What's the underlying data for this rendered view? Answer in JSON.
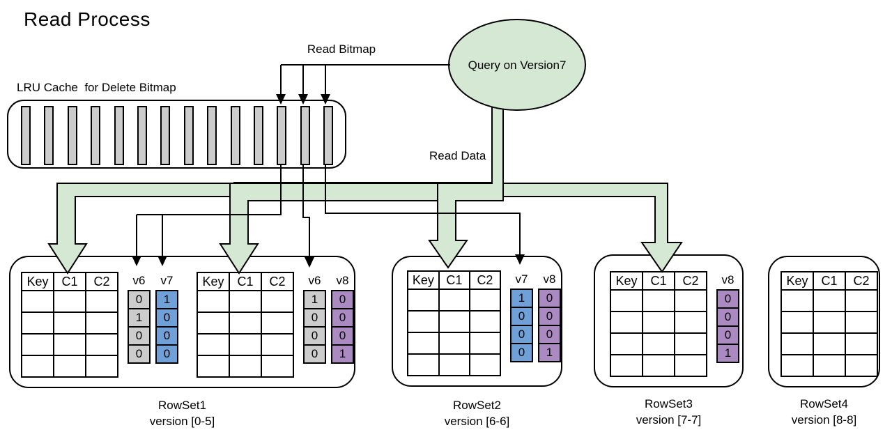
{
  "title": "Read Process",
  "labels": {
    "read_bitmap": "Read Bitmap",
    "read_data": "Read Data",
    "lru": "LRU Cache  for Delete Bitmap",
    "query": "Query on Version7"
  },
  "colors": {
    "flow_green": "#d5e8d4",
    "bitmap_gray": "#cccccc",
    "bitmap_blue": "#6fa0d8",
    "bitmap_purple": "#ab8ac1",
    "outline": "#000000"
  },
  "lru": {
    "bar_count": 14,
    "highlighted_bars": [
      11,
      12,
      13
    ]
  },
  "rowsets": [
    {
      "name": "RowSet1",
      "version": "version [0-5]",
      "tables": [
        {
          "headers": [
            "Key",
            "C1",
            "C2"
          ],
          "empty_rows": 4,
          "bitmaps": [
            {
              "label": "v6",
              "color": "bitmap_gray",
              "values": [
                0,
                1,
                0,
                0
              ]
            },
            {
              "label": "v7",
              "color": "bitmap_blue",
              "values": [
                1,
                0,
                0,
                0
              ]
            }
          ]
        },
        {
          "headers": [
            "Key",
            "C1",
            "C2"
          ],
          "empty_rows": 4,
          "bitmaps": [
            {
              "label": "v6",
              "color": "bitmap_gray",
              "values": [
                1,
                0,
                0,
                0
              ]
            },
            {
              "label": "v8",
              "color": "bitmap_purple",
              "values": [
                0,
                0,
                0,
                1
              ]
            }
          ]
        }
      ]
    },
    {
      "name": "RowSet2",
      "version": "version [6-6]",
      "tables": [
        {
          "headers": [
            "Key",
            "C1",
            "C2"
          ],
          "empty_rows": 4,
          "bitmaps": [
            {
              "label": "v7",
              "color": "bitmap_blue",
              "values": [
                1,
                0,
                0,
                0
              ]
            },
            {
              "label": "v8",
              "color": "bitmap_purple",
              "values": [
                0,
                0,
                0,
                1
              ]
            }
          ]
        }
      ]
    },
    {
      "name": "RowSet3",
      "version": "version [7-7]",
      "tables": [
        {
          "headers": [
            "Key",
            "C1",
            "C2"
          ],
          "empty_rows": 4,
          "bitmaps": [
            {
              "label": "v8",
              "color": "bitmap_purple",
              "values": [
                0,
                0,
                0,
                1
              ]
            }
          ]
        }
      ]
    },
    {
      "name": "RowSet4",
      "version": "version [8-8]",
      "tables": [
        {
          "headers": [
            "Key",
            "C1",
            "C2"
          ],
          "empty_rows": 4,
          "bitmaps": []
        }
      ]
    }
  ]
}
